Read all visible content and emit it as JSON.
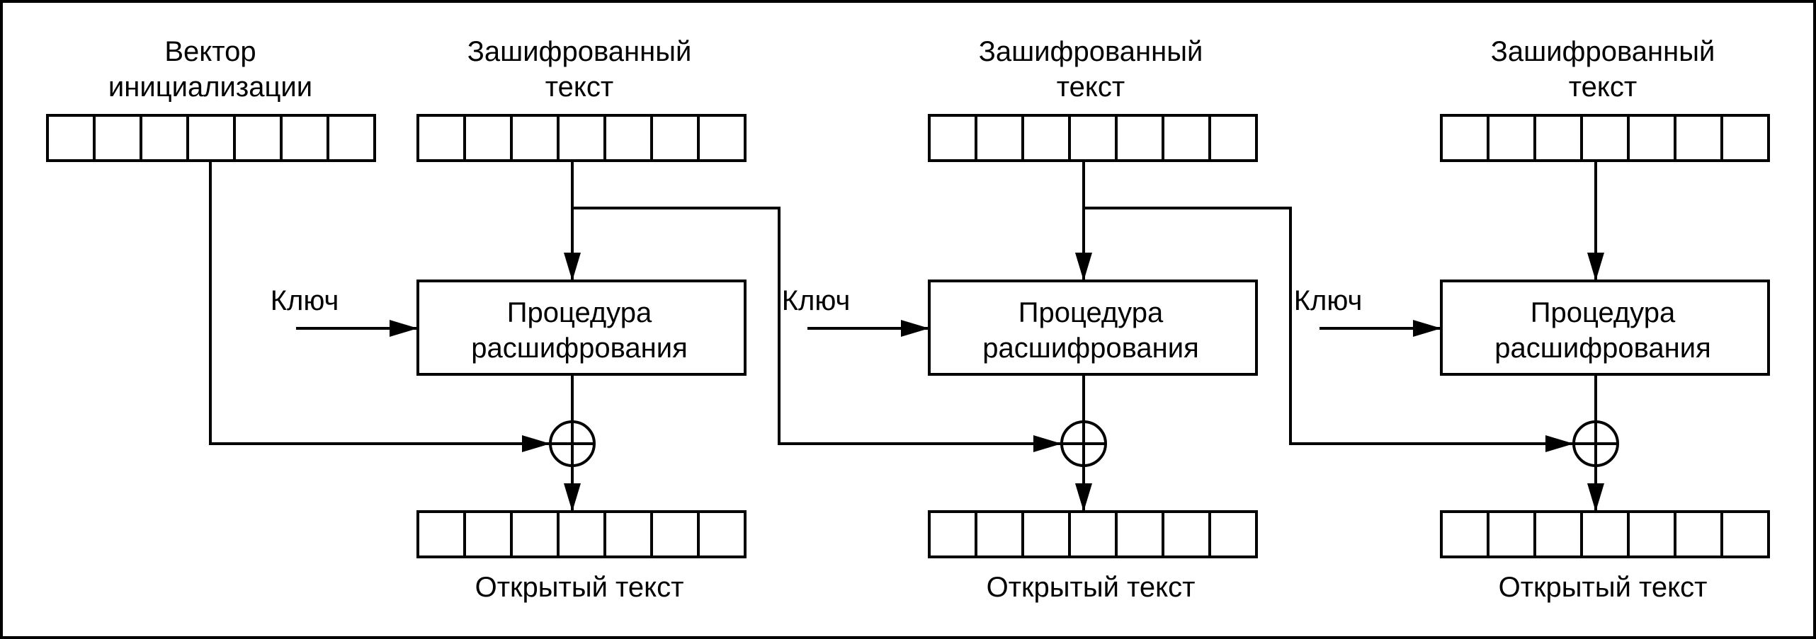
{
  "iv_label": [
    "Вектор",
    "инициализации"
  ],
  "stages": [
    {
      "ciphertext_label": [
        "Зашифрованный",
        "текст"
      ],
      "key_label": "Ключ",
      "decrypt_label": [
        "Процедура",
        "расшифрования"
      ],
      "plaintext_label": "Открытый текст"
    },
    {
      "ciphertext_label": [
        "Зашифрованный",
        "текст"
      ],
      "key_label": "Ключ",
      "decrypt_label": [
        "Процедура",
        "расшифрования"
      ],
      "plaintext_label": "Открытый текст"
    },
    {
      "ciphertext_label": [
        "Зашифрованный",
        "текст"
      ],
      "key_label": "Ключ",
      "decrypt_label": [
        "Процедура",
        "расшифрования"
      ],
      "plaintext_label": "Открытый текст"
    }
  ],
  "register_cells": 7,
  "xor_symbol": "⊕"
}
